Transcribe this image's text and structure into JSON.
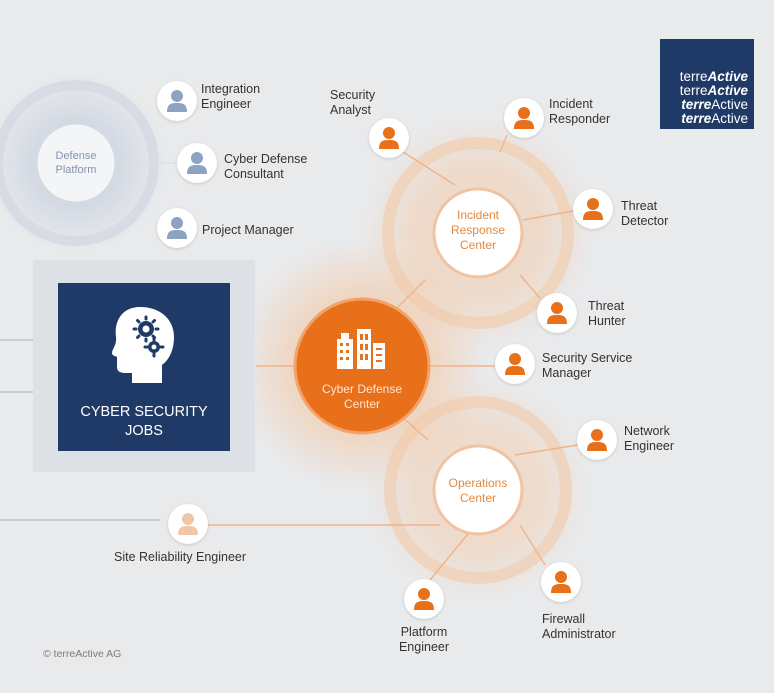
{
  "colors": {
    "background": "#e9eaec",
    "navy": "#1f3a67",
    "orange": "#e8701a",
    "orange_text": "#e5893c",
    "blue_grey": "#8da3c2",
    "peach": "#f1c5a8",
    "label": "#333333"
  },
  "logo": {
    "lines": [
      {
        "plain_before": "terre",
        "bold": "Active",
        "plain_after": ""
      },
      {
        "plain_before": "terre",
        "bold": "Active",
        "plain_after": ""
      },
      {
        "plain_before": "",
        "bold": "terre",
        "plain_after": "Active"
      },
      {
        "plain_before": "",
        "bold": "terre",
        "plain_after": "Active"
      }
    ]
  },
  "defense_platform": {
    "label_line1": "Defense",
    "label_line2": "Platform"
  },
  "incident_response_center": {
    "label_line1": "Incident",
    "label_line2": "Response",
    "label_line3": "Center"
  },
  "cyber_defense_center": {
    "label_line1": "Cyber Defense",
    "label_line2": "Center",
    "icon": "building-icon"
  },
  "operations_center": {
    "label_line1": "Operations",
    "label_line2": "Center"
  },
  "jobs_box": {
    "line1": "CYBER SECURITY",
    "line2": "JOBS",
    "icon": "head-gears-icon"
  },
  "roles": {
    "integration_engineer": {
      "line1": "Integration",
      "line2": "Engineer",
      "color": "#8da3c2"
    },
    "cyber_defense_consultant": {
      "line1": "Cyber Defense",
      "line2": "Consultant",
      "color": "#8da3c2"
    },
    "project_manager": {
      "line1": "Project Manager",
      "color": "#8da3c2"
    },
    "security_analyst": {
      "line1": "Security",
      "line2": "Analyst",
      "color": "#e8701a"
    },
    "incident_responder": {
      "line1": "Incident",
      "line2": "Responder",
      "color": "#e8701a"
    },
    "threat_detector": {
      "line1": "Threat",
      "line2": "Detector",
      "color": "#e8701a"
    },
    "threat_hunter": {
      "line1": "Threat",
      "line2": "Hunter",
      "color": "#e8701a"
    },
    "security_service_manager": {
      "line1": "Security Service",
      "line2": "Manager",
      "color": "#e8701a"
    },
    "network_engineer": {
      "line1": "Network",
      "line2": "Engineer",
      "color": "#e8701a"
    },
    "site_reliability_engineer": {
      "line1": "Site Reliability Engineer",
      "color": "#f1c5a8"
    },
    "platform_engineer": {
      "line1": "Platform",
      "line2": "Engineer",
      "color": "#e8701a"
    },
    "firewall_administrator": {
      "line1": "Firewall",
      "line2": "Administrator",
      "color": "#e8701a"
    }
  },
  "copyright": "© terreActive AG"
}
